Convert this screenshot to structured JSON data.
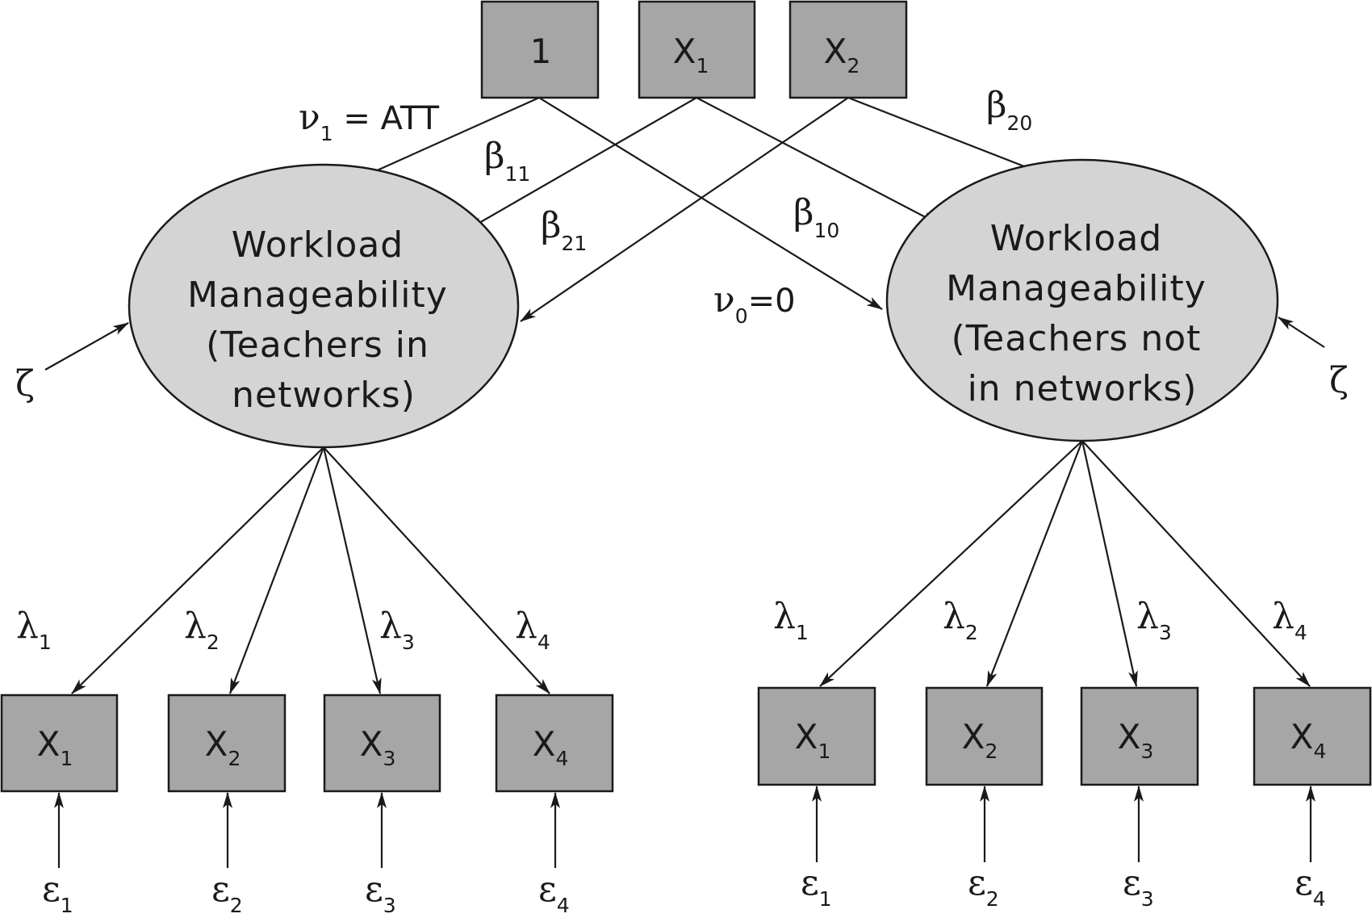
{
  "top_boxes": [
    {
      "main": "1",
      "sub": ""
    },
    {
      "main": "X",
      "sub": "1"
    },
    {
      "main": "X",
      "sub": "2"
    }
  ],
  "latents": {
    "left": [
      "Workload",
      "Manageability",
      "(Teachers in",
      "networks)"
    ],
    "right": [
      "Workload",
      "Manageability",
      "(Teachers not",
      "in networks)"
    ]
  },
  "path_labels": {
    "nu1": {
      "main": "ν",
      "sub": "1",
      "rest": " = ATT"
    },
    "nu0": {
      "main": "ν",
      "sub": "0",
      "rest": "=0"
    },
    "b11": {
      "main": "β",
      "sub": "11"
    },
    "b21": {
      "main": "β",
      "sub": "21"
    },
    "b10": {
      "main": "β",
      "sub": "10"
    },
    "b20": {
      "main": "β",
      "sub": "20"
    }
  },
  "disturbance": "ζ",
  "indicators": {
    "left": [
      {
        "main": "X",
        "sub": "1"
      },
      {
        "main": "X",
        "sub": "2"
      },
      {
        "main": "X",
        "sub": "3"
      },
      {
        "main": "X",
        "sub": "4"
      }
    ],
    "right": [
      {
        "main": "X",
        "sub": "1"
      },
      {
        "main": "X",
        "sub": "2"
      },
      {
        "main": "X",
        "sub": "3"
      },
      {
        "main": "X",
        "sub": "4"
      }
    ]
  },
  "loadings": {
    "left": [
      {
        "main": "λ",
        "sub": "1"
      },
      {
        "main": "λ",
        "sub": "2"
      },
      {
        "main": "λ",
        "sub": "3"
      },
      {
        "main": "λ",
        "sub": "4"
      }
    ],
    "right": [
      {
        "main": "λ",
        "sub": "1"
      },
      {
        "main": "λ",
        "sub": "2"
      },
      {
        "main": "λ",
        "sub": "3"
      },
      {
        "main": "λ",
        "sub": "4"
      }
    ]
  },
  "errors": {
    "left": [
      {
        "main": "ε",
        "sub": "1"
      },
      {
        "main": "ε",
        "sub": "2"
      },
      {
        "main": "ε",
        "sub": "3"
      },
      {
        "main": "ε",
        "sub": "4"
      }
    ],
    "right": [
      {
        "main": "ε",
        "sub": "1"
      },
      {
        "main": "ε",
        "sub": "2"
      },
      {
        "main": "ε",
        "sub": "3"
      },
      {
        "main": "ε",
        "sub": "4"
      }
    ]
  }
}
